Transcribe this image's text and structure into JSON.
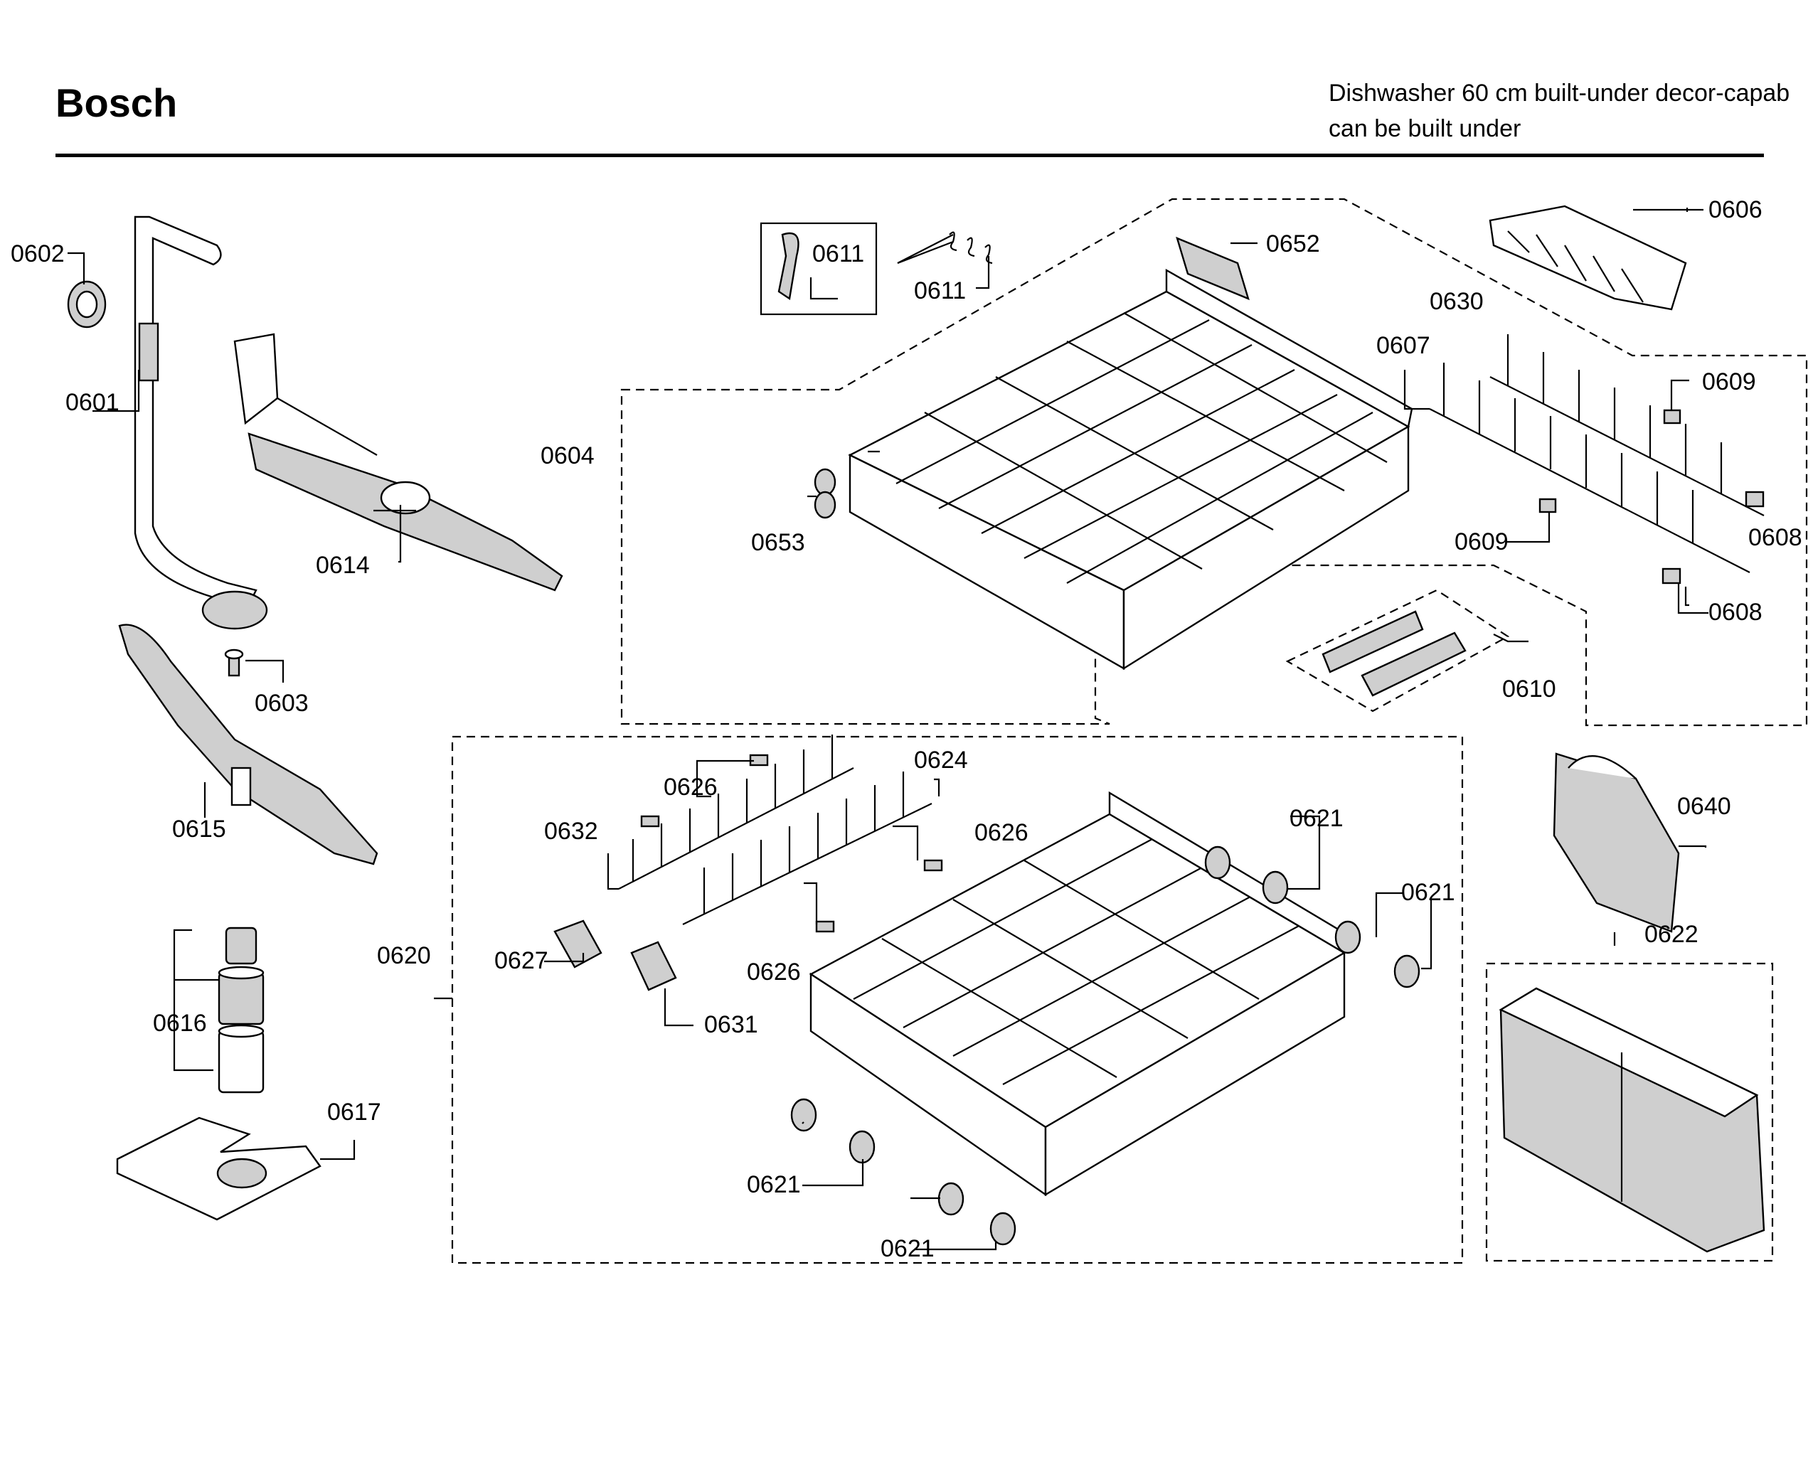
{
  "header": {
    "brand": "Bosch",
    "description_line1": "Dishwasher 60 cm built-under decor-capab",
    "description_line2": "can be built under"
  },
  "callouts": {
    "c0601": "0601",
    "c0602": "0602",
    "c0603": "0603",
    "c0604": "0604",
    "c0606": "0606",
    "c0607": "0607",
    "c0608a": "0608",
    "c0608b": "0608",
    "c0609a": "0609",
    "c0609b": "0609",
    "c0610": "0610",
    "c0611a": "0611",
    "c0611b": "0611",
    "c0614": "0614",
    "c0615": "0615",
    "c0616": "0616",
    "c0617": "0617",
    "c0620": "0620",
    "c0621a": "0621",
    "c0621b": "0621",
    "c0621c": "0621",
    "c0621d": "0621",
    "c0622": "0622",
    "c0624": "0624",
    "c0626a": "0626",
    "c0626b": "0626",
    "c0626c": "0626",
    "c0627": "0627",
    "c0630": "0630",
    "c0631": "0631",
    "c0632": "0632",
    "c0640": "0640",
    "c0652": "0652",
    "c0653": "0653"
  }
}
